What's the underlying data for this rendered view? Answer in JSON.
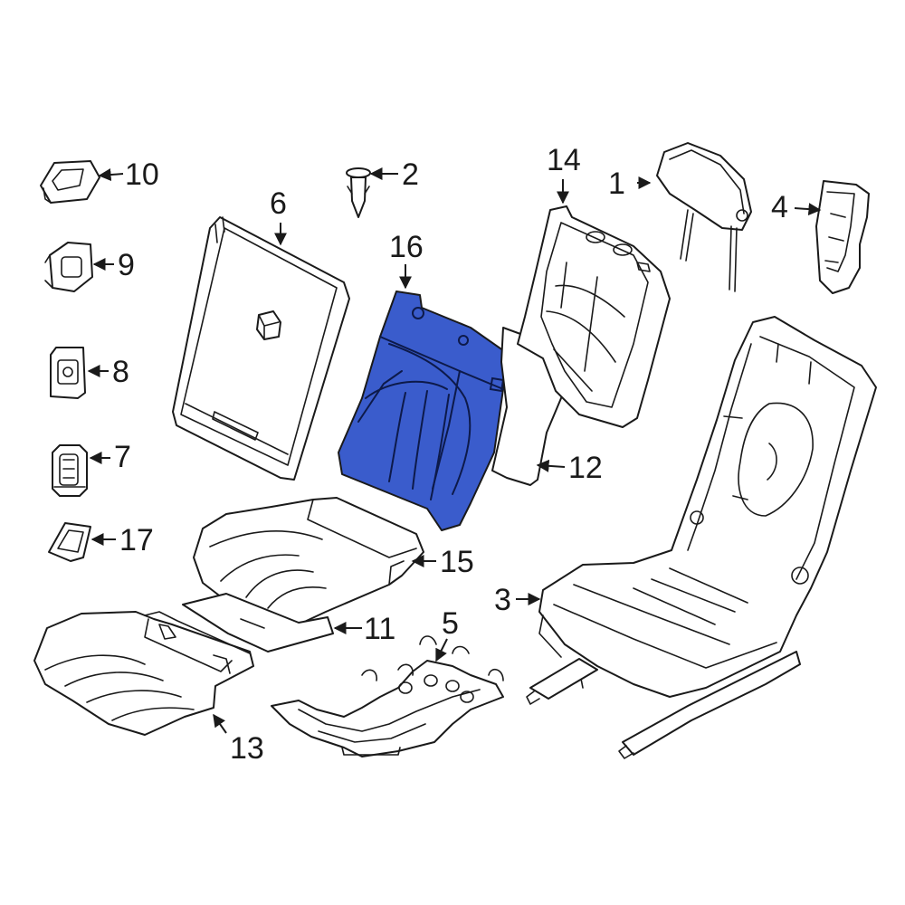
{
  "highlight_color": "#3a5ccc",
  "callouts": [
    {
      "id": "1",
      "label": "1"
    },
    {
      "id": "2",
      "label": "2"
    },
    {
      "id": "3",
      "label": "3"
    },
    {
      "id": "4",
      "label": "4"
    },
    {
      "id": "5",
      "label": "5"
    },
    {
      "id": "6",
      "label": "6"
    },
    {
      "id": "7",
      "label": "7"
    },
    {
      "id": "8",
      "label": "8"
    },
    {
      "id": "9",
      "label": "9"
    },
    {
      "id": "10",
      "label": "10"
    },
    {
      "id": "11",
      "label": "11"
    },
    {
      "id": "12",
      "label": "12"
    },
    {
      "id": "13",
      "label": "13"
    },
    {
      "id": "14",
      "label": "14"
    },
    {
      "id": "15",
      "label": "15"
    },
    {
      "id": "16",
      "label": "16"
    },
    {
      "id": "17",
      "label": "17"
    }
  ]
}
